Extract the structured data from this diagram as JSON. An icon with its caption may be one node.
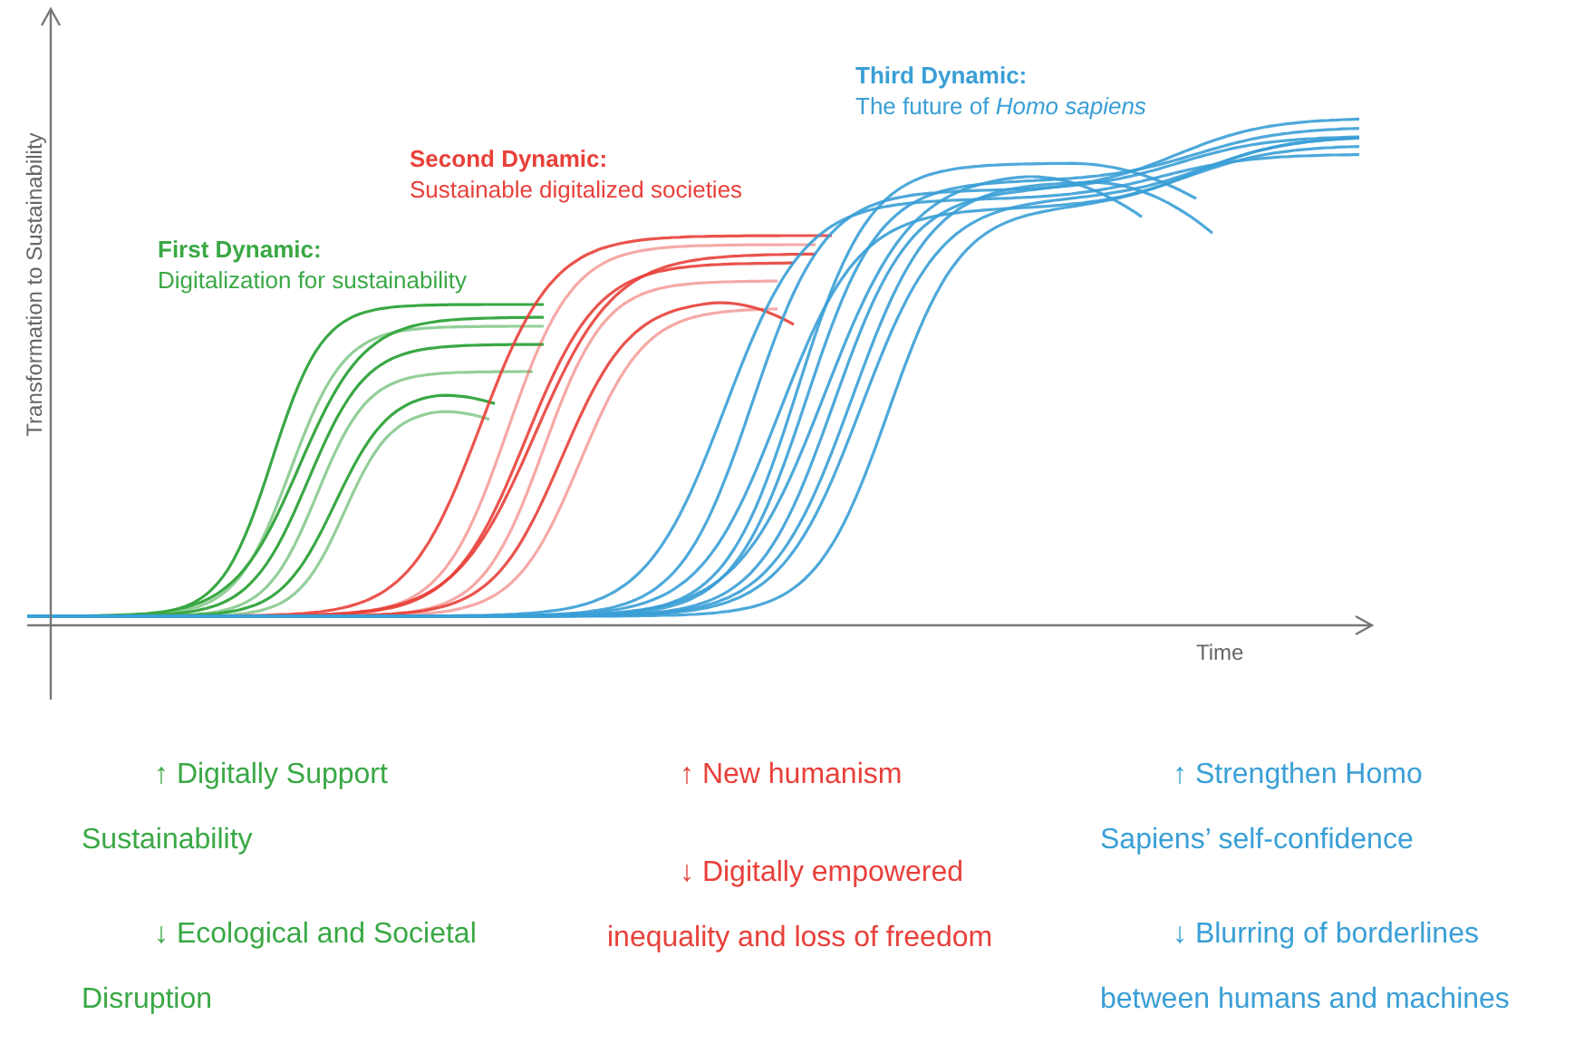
{
  "diagram": {
    "labels": [
      "Third Dynamic:",
      "The future of *Homo sapiens*",
      "Transformation to Sustainability",
      "Second Dynamic:",
      "Sustainable digitalized societies",
      "First Dynamic:",
      "Digitalization for sustainability",
      "Time",
      "↑ Digitally Support Sustainability",
      "↑ New humanism",
      "↑ Strengthen Homo Sapiens’ self-confidence",
      "↓ Digitally empowered inequality and loss of freedom",
      "↓ Ecological and Societal Disruption",
      "↓ Blurring of borderlines between humans and machines"
    ]
  }
}
